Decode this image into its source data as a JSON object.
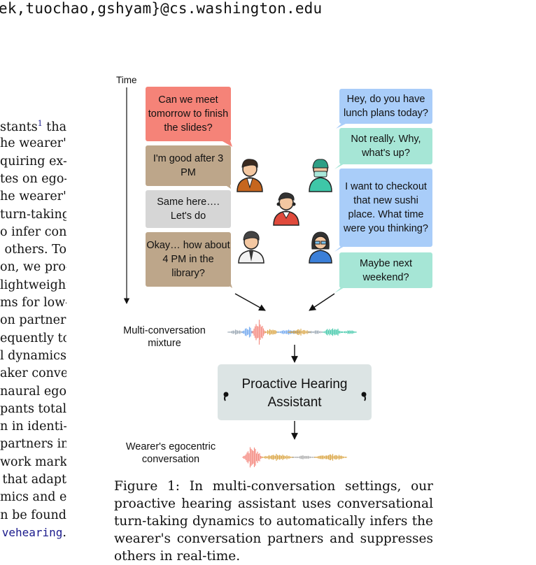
{
  "header": {
    "email_fragment": "ek,tuochao,gshyam}@cs.washington.edu"
  },
  "body_text": {
    "lines": [
      {
        "text": "stants",
        "sup": "1",
        "tail": " that"
      },
      {
        "text": "he wearer's"
      },
      {
        "text": "quiring ex-"
      },
      {
        "text": "tes on ego-"
      },
      {
        "text": "he wearer's"
      },
      {
        "text": "turn-taking"
      },
      {
        "text": "o infer con-"
      },
      {
        "text": "others.  To"
      },
      {
        "text": "on, we pro-"
      },
      {
        "text": "lightweight"
      },
      {
        "text": "ms for low-"
      },
      {
        "text": "on partners,"
      },
      {
        "text": "equently to"
      },
      {
        "text": "l dynamics."
      },
      {
        "text": "aker conver-"
      },
      {
        "text": "naural ego-"
      },
      {
        "text": "pants total-"
      },
      {
        "text": "n in identi-"
      },
      {
        "text": "partners in"
      },
      {
        "text": "work marks"
      },
      {
        "text": "that adapt"
      },
      {
        "text": "mics and en-"
      },
      {
        "text": "n be found"
      }
    ],
    "last_link": "vehearing",
    "last_tail": "."
  },
  "figure": {
    "time_label": "Time",
    "colors": {
      "red": "#f58378",
      "tan": "#bda68a",
      "gray": "#d6d6d6",
      "blue": "#a9cdf9",
      "green": "#a6e6d6",
      "box": "#dce4e4"
    },
    "left_bubbles": [
      {
        "text": "Can we meet tomorrow to finish the slides?",
        "color": "red"
      },
      {
        "text": "I'm good after 3 PM",
        "color": "tan"
      },
      {
        "text": "Same here…. Let's do",
        "color": "gray"
      },
      {
        "text": "Okay… how about 4 PM in the library?",
        "color": "tan"
      }
    ],
    "right_bubbles": [
      {
        "text": "Hey, do you have lunch plans today?",
        "color": "blue"
      },
      {
        "text": "Not really. Why, what's up?",
        "color": "green"
      },
      {
        "text": "I want to checkout that new sushi place. What time were you thinking?",
        "color": "blue"
      },
      {
        "text": "Maybe next weekend?",
        "color": "green"
      }
    ],
    "avatars": [
      "person-orange-jacket",
      "person-green-scrubs",
      "wearer-red-shirt",
      "person-white-coat",
      "person-blue-shirt-glasses"
    ],
    "mixture_label": "Multi-conversation mixture",
    "box_label": "Proactive Hearing Assistant",
    "output_label": "Wearer's egocentric conversation",
    "caption": "Figure 1: In multi-conversation settings, our proactive hearing assistant uses conversational turn-taking dynamics to automatically infers the wearer's conversation partners and suppresses others in real-time."
  }
}
